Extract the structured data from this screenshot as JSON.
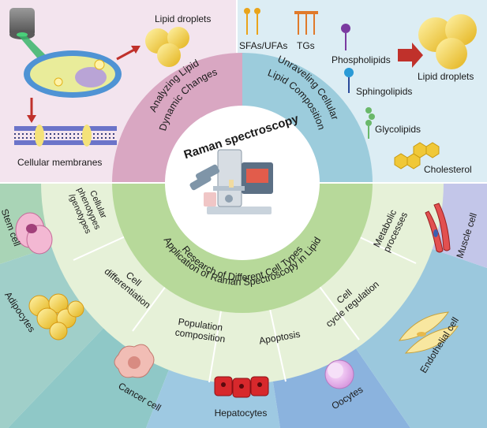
{
  "center": {
    "title": "Raman spectroscopy"
  },
  "top_left": {
    "arc_label": [
      "Analyzing Lipid",
      "Dynamic Changes"
    ],
    "labels": {
      "lipid_droplets": "Lipid droplets",
      "membranes": "Cellular membranes"
    }
  },
  "top_right": {
    "arc_label": [
      "Unraveling Cellular",
      "Lipid Composition"
    ],
    "labels": {
      "sfas": "SFAs/UFAs",
      "tgs": "TGs",
      "phospholipids": "Phospholipids",
      "lipid_droplets": "Lipid droplets",
      "sphingolipids": "Sphingolipids",
      "glycolipids": "Glycolipids",
      "cholesterol": "Cholesterol"
    }
  },
  "bottom": {
    "arc_label": [
      "Application of Raman Spectroscopy in Lipid",
      "Research of Different Cell Types"
    ],
    "processes": {
      "phenotypes": [
        "Cellular",
        "phenotypes",
        "/genotypes"
      ],
      "differentiation": [
        "Cell",
        "differentiation"
      ],
      "population": [
        "Population",
        "composition"
      ],
      "apoptosis": "Apoptosis",
      "cycle": [
        "Cell",
        "cycle regulation"
      ],
      "metabolic": [
        "Metabolic",
        "processes"
      ]
    },
    "cells": {
      "stem": "Stem cell",
      "adipocytes": "Adipocytes",
      "cancer": "Cancer cell",
      "hepatocytes": "Hepatocytes",
      "oocytes": "Oocytes",
      "endothelial": "Endothelial cell",
      "muscle": "Muscle cell"
    }
  },
  "colors": {
    "top_left_bg": "#f3e4ee",
    "top_left_band": "#d9a7c2",
    "top_right_bg": "#dcedf4",
    "top_right_band": "#9cccdc",
    "bottom_band": "#b7d99a",
    "process_ring": "#e6f1d8",
    "arrow": "#c0312b"
  }
}
